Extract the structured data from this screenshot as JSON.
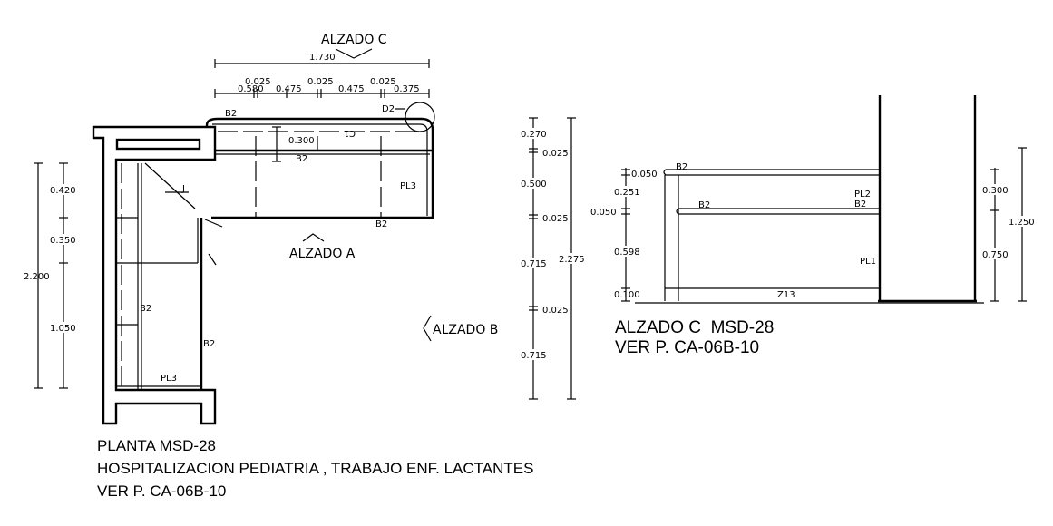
{
  "plan": {
    "section_marks": {
      "alzado_c": "ALZADO C",
      "alzado_a": "ALZADO A",
      "alzado_b": "ALZADO B"
    },
    "top_dims": {
      "total": "1.730",
      "parts": [
        "0.025",
        "0.580",
        "0.475",
        "0.025",
        "0.475",
        "0.025",
        "0.375"
      ]
    },
    "left_dims": {
      "total": "2.200",
      "parts": [
        "0.420",
        "0.350",
        "1.050"
      ]
    },
    "labels": {
      "b2": "B2",
      "d2": "D2",
      "pl3": "PL3",
      "c1": "C1",
      "j": "J",
      "depth": "0.300"
    },
    "title": [
      "PLANTA MSD-28",
      "HOSPITALIZACION PEDIATRIA , TRABAJO ENF. LACTANTES",
      "VER P. CA-06B-10"
    ]
  },
  "middle_dims": {
    "total": "2.275",
    "parts": [
      "0.270",
      "0.025",
      "0.500",
      "0.025",
      "0.715",
      "0.025",
      "0.715"
    ]
  },
  "elevation": {
    "left_dims": [
      "0.050",
      "0.251",
      "0.050",
      "0.598",
      "0.100"
    ],
    "right_dims": {
      "total": "1.250",
      "parts": [
        "0.300",
        "0.750"
      ]
    },
    "labels": {
      "b2": "B2",
      "pl2": "PL2",
      "pl1": "PL1",
      "z13": "Z13"
    },
    "title": [
      "ALZADO C  MSD-28",
      "VER P. CA-06B-10"
    ]
  }
}
